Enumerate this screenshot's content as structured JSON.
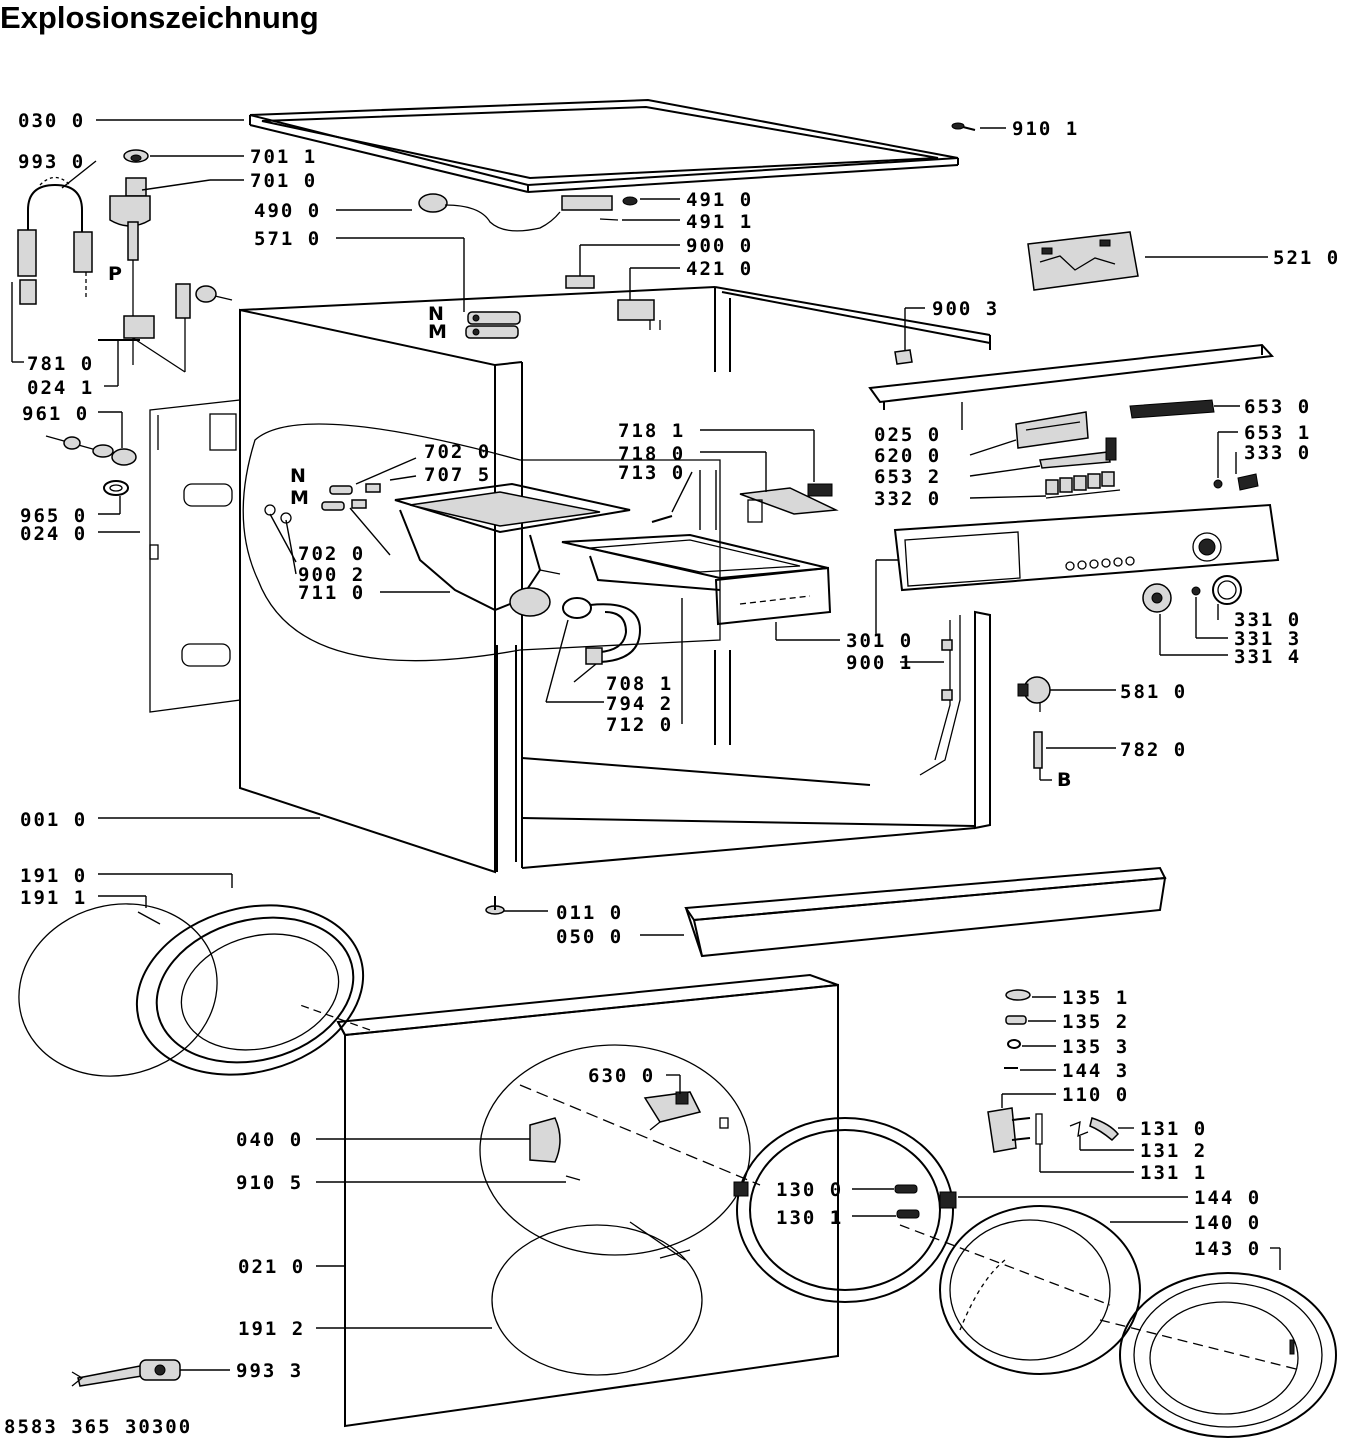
{
  "title": "Explosionszeichnung",
  "document_number": "8583 365 30300",
  "part_labels": [
    {
      "id": "030-0",
      "text": "030 0"
    },
    {
      "id": "993-0",
      "text": "993 0"
    },
    {
      "id": "701-1",
      "text": "701 1"
    },
    {
      "id": "701-0",
      "text": "701 0"
    },
    {
      "id": "490-0",
      "text": "490 0"
    },
    {
      "id": "571-0",
      "text": "571 0"
    },
    {
      "id": "491-0",
      "text": "491 0"
    },
    {
      "id": "491-1",
      "text": "491 1"
    },
    {
      "id": "900-0",
      "text": "900 0"
    },
    {
      "id": "421-0",
      "text": "421 0"
    },
    {
      "id": "910-1",
      "text": "910 1"
    },
    {
      "id": "521-0",
      "text": "521 0"
    },
    {
      "id": "900-3",
      "text": "900 3"
    },
    {
      "id": "781-0",
      "text": "781 0"
    },
    {
      "id": "024-1",
      "text": "024 1"
    },
    {
      "id": "961-0",
      "text": "961 0"
    },
    {
      "id": "965-0",
      "text": "965 0"
    },
    {
      "id": "024-0",
      "text": "024 0"
    },
    {
      "id": "702-0a",
      "text": "702 0"
    },
    {
      "id": "707-5",
      "text": "707 5"
    },
    {
      "id": "702-0b",
      "text": "702 0"
    },
    {
      "id": "900-2",
      "text": "900 2"
    },
    {
      "id": "711-0",
      "text": "711 0"
    },
    {
      "id": "718-1",
      "text": "718 1"
    },
    {
      "id": "718-0",
      "text": "718 0"
    },
    {
      "id": "713-0",
      "text": "713 0"
    },
    {
      "id": "708-1",
      "text": "708 1"
    },
    {
      "id": "794-2",
      "text": "794 2"
    },
    {
      "id": "712-0",
      "text": "712 0"
    },
    {
      "id": "025-0",
      "text": "025 0"
    },
    {
      "id": "620-0",
      "text": "620 0"
    },
    {
      "id": "653-2",
      "text": "653 2"
    },
    {
      "id": "332-0",
      "text": "332 0"
    },
    {
      "id": "653-0",
      "text": "653 0"
    },
    {
      "id": "653-1",
      "text": "653 1"
    },
    {
      "id": "333-0",
      "text": "333 0"
    },
    {
      "id": "301-0",
      "text": "301 0"
    },
    {
      "id": "900-1",
      "text": "900 1"
    },
    {
      "id": "331-0",
      "text": "331 0"
    },
    {
      "id": "331-3",
      "text": "331 3"
    },
    {
      "id": "331-4",
      "text": "331 4"
    },
    {
      "id": "581-0",
      "text": "581 0"
    },
    {
      "id": "782-0",
      "text": "782 0"
    },
    {
      "id": "001-0",
      "text": "001 0"
    },
    {
      "id": "191-0",
      "text": "191 0"
    },
    {
      "id": "191-1",
      "text": "191 1"
    },
    {
      "id": "011-0",
      "text": "011 0"
    },
    {
      "id": "050-0",
      "text": "050 0"
    },
    {
      "id": "135-1",
      "text": "135 1"
    },
    {
      "id": "135-2",
      "text": "135 2"
    },
    {
      "id": "135-3",
      "text": "135 3"
    },
    {
      "id": "144-3",
      "text": "144 3"
    },
    {
      "id": "110-0",
      "text": "110 0"
    },
    {
      "id": "131-0",
      "text": "131 0"
    },
    {
      "id": "131-2",
      "text": "131 2"
    },
    {
      "id": "131-1",
      "text": "131 1"
    },
    {
      "id": "630-0",
      "text": "630 0"
    },
    {
      "id": "040-0",
      "text": "040 0"
    },
    {
      "id": "910-5",
      "text": "910 5"
    },
    {
      "id": "130-0",
      "text": "130 0"
    },
    {
      "id": "130-1",
      "text": "130 1"
    },
    {
      "id": "144-0",
      "text": "144 0"
    },
    {
      "id": "140-0",
      "text": "140 0"
    },
    {
      "id": "143-0",
      "text": "143 0"
    },
    {
      "id": "021-0",
      "text": "021 0"
    },
    {
      "id": "191-2",
      "text": "191 2"
    },
    {
      "id": "993-3",
      "text": "993 3"
    }
  ],
  "letter_markers": [
    {
      "id": "P",
      "text": "P"
    },
    {
      "id": "N1",
      "text": "N"
    },
    {
      "id": "M1",
      "text": "M"
    },
    {
      "id": "N2",
      "text": "N"
    },
    {
      "id": "M2",
      "text": "M"
    },
    {
      "id": "B",
      "text": "B"
    }
  ]
}
